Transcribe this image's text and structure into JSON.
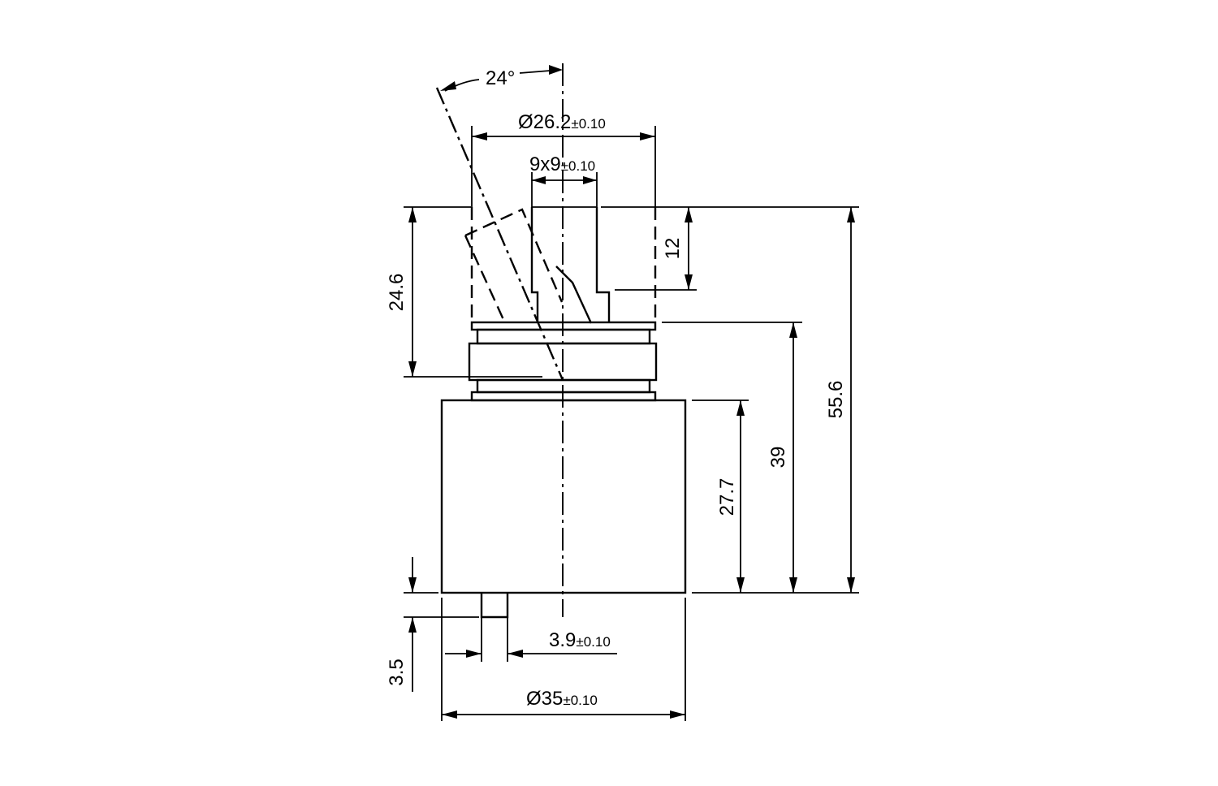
{
  "dimensions": {
    "angle": "24°",
    "outer_top_diameter": {
      "main": "Ø26.2",
      "tol": "±0.10"
    },
    "square": {
      "main": "9x9",
      "tol": "±0.10"
    },
    "stem_height": "12",
    "upper_height": "24.6",
    "total_height": "55.6",
    "body_to_flange": "39",
    "body_height": "27.7",
    "pin_height": "3.5",
    "pin_width": {
      "main": "3.9",
      "tol": "±0.10"
    },
    "body_diameter": {
      "main": "Ø35",
      "tol": "±0.10"
    }
  }
}
